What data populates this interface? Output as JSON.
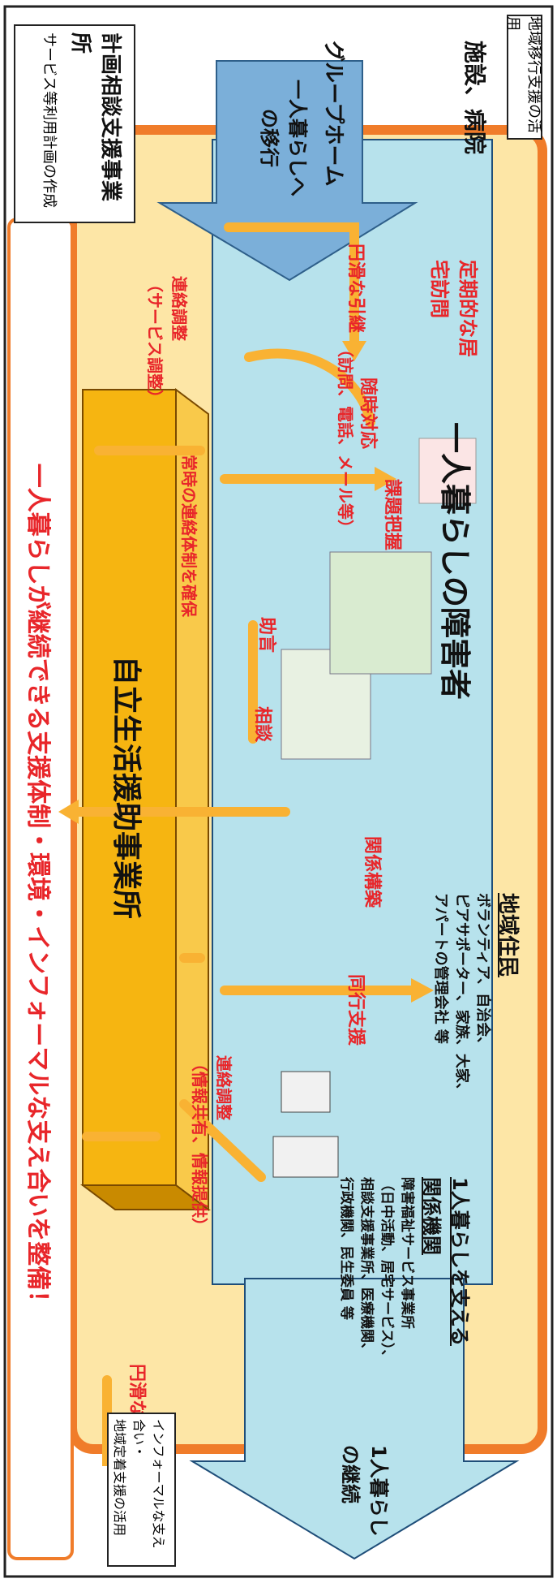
{
  "left": {
    "ikou_label": "地域移行支援の活用",
    "shisetsu": "施設、病院",
    "gh": "グループホーム",
    "ikou_arrow": "一人暮らしへの移行",
    "smooth1": "円滑な引継"
  },
  "keikaku": {
    "title": "計画相談支援事業所",
    "sub": "サービス等利用計画の作成"
  },
  "main": {
    "person": "一人暮らしの障害者",
    "teiki": "定期的な居宅訪問",
    "kadai": "課題把握",
    "zuiji": "随時対応",
    "zuiji_sub": "（訪問、電話、メール等）",
    "jogen": "助言",
    "soudan": "相談",
    "kankei": "関係構築",
    "doukou": "同行支援",
    "jousui": "常時の連絡体制を確保",
    "renraku_service": "連絡調整",
    "renraku_service_sub": "（サービス調整）",
    "renraku_info": "連絡調整",
    "renraku_info_sub": "（情報共有、情報提供）"
  },
  "chiiki": {
    "title": "地域住民",
    "lines": [
      "ボランティア、自治会、",
      "ピアサポーター、家族、大家、",
      "アパートの管理会社 等"
    ]
  },
  "kankeikikan": {
    "title1": "1人暮らしを支える",
    "title2": "関係機関",
    "lines": [
      "障害福祉サービス事業所",
      "（日中活動、居宅サービス）、",
      "相談支援事業所、医療機関、",
      "行政機関、民生委員 等"
    ]
  },
  "center": {
    "label": "自立生活援助事業所"
  },
  "right": {
    "keizoku": "1人暮らしの継続",
    "smooth2": "円滑な引継",
    "bubble1": "インフォーマルな支え合い・",
    "bubble2": "地域定着支援の活用"
  },
  "banner": {
    "text": "一人暮らしが継続できる支援体制・環境・インフォーマルな支え合いを整備！"
  },
  "colors": {
    "orange_border": "#f07c2a",
    "cream": "#fde6a6",
    "light_blue": "#b7e2ec",
    "arrow_blue": "#8fc3e6",
    "arrow_yellow": "#f9b233",
    "box_yellow": "#f6b511",
    "red_text": "#e8262a"
  }
}
